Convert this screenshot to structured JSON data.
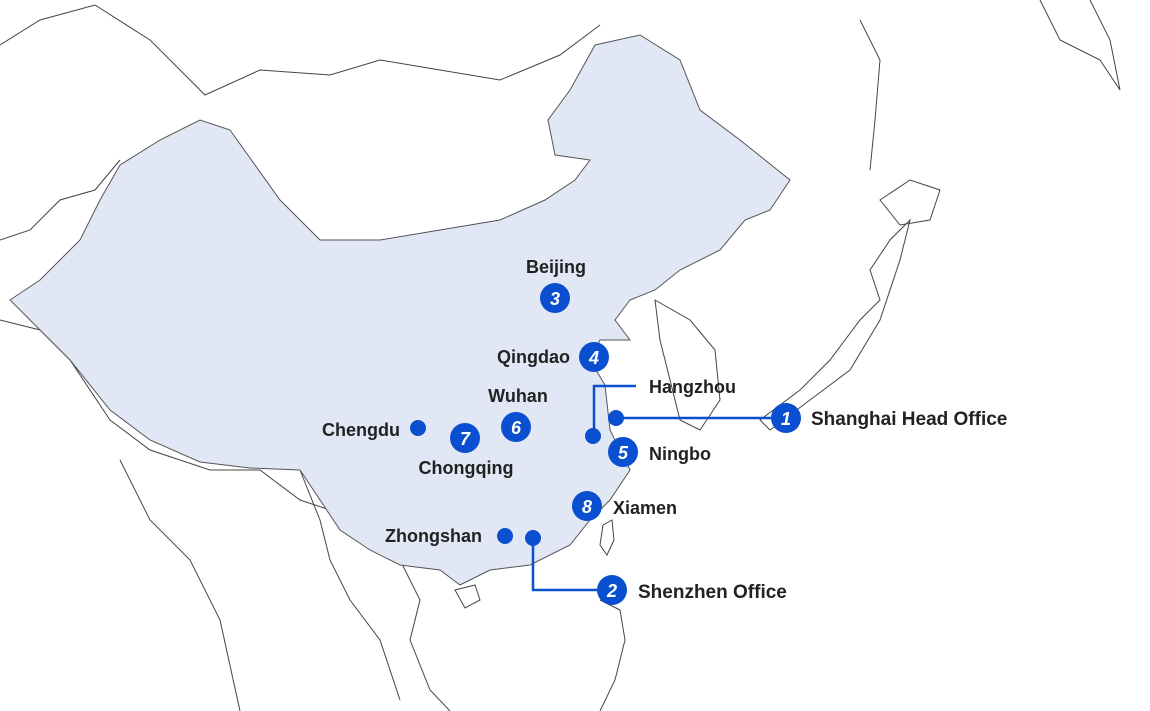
{
  "colors": {
    "marker": "#0a4fcf",
    "china_fill": "#e1e7f4",
    "land_stroke": "#444444",
    "label_text": "#222222"
  },
  "offices": [
    {
      "num": "1",
      "name": "Shanghai Head Office"
    },
    {
      "num": "2",
      "name": "Shenzhen Office"
    },
    {
      "num": "3",
      "name": "Beijing"
    },
    {
      "num": "4",
      "name": "Qingdao"
    },
    {
      "num": "5",
      "name": "Ningbo"
    },
    {
      "num": "6",
      "name": "Wuhan"
    },
    {
      "num": "7",
      "name": "Chongqing"
    },
    {
      "num": "8",
      "name": "Xiamen"
    }
  ],
  "cities": [
    {
      "name": "Hangzhou"
    },
    {
      "name": "Chengdu"
    },
    {
      "name": "Zhongshan"
    }
  ]
}
